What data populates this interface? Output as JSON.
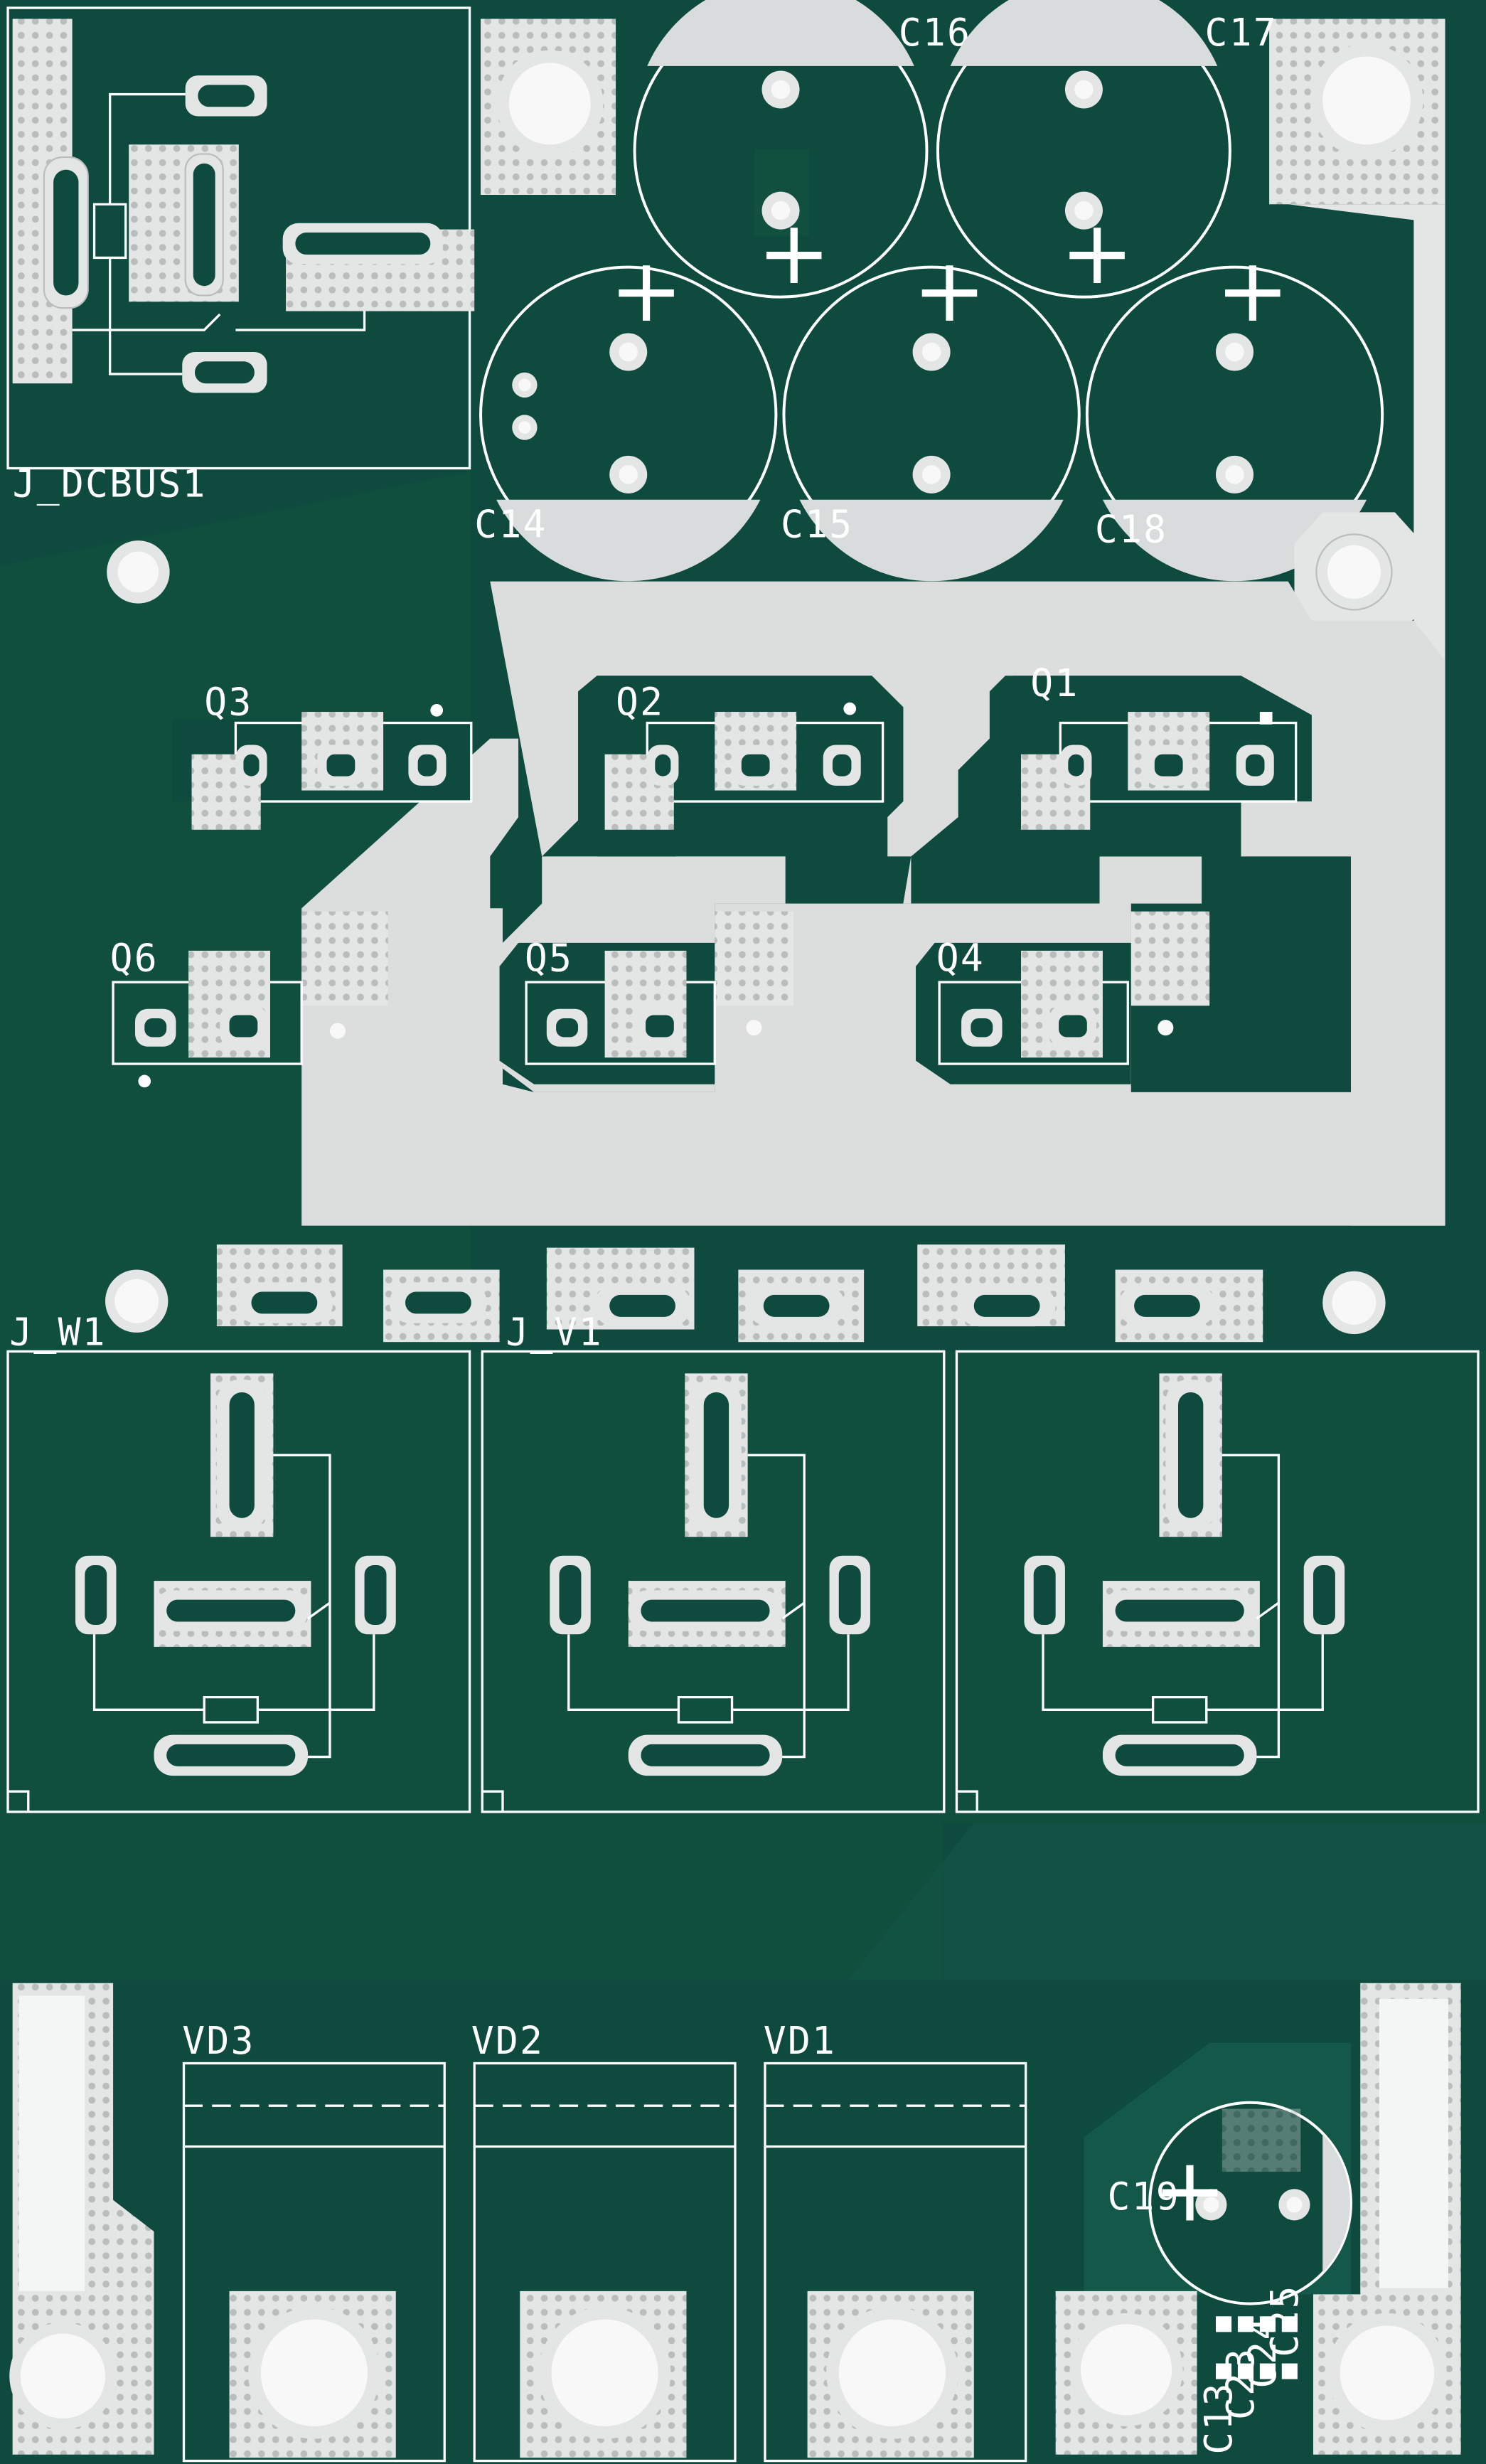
{
  "board": {
    "colors": {
      "soldermask": "#0f4a3e",
      "soldermask_light": "#14584a",
      "copper_exposed": "#e4e6e6",
      "silkscreen": "#ffffff",
      "drill": "#f8f8f8"
    }
  },
  "labels": {
    "j_dcbus": "J_DCBUS1",
    "j_w": "J_W1",
    "j_v": "J_V1",
    "c14": "C14",
    "c15": "C15",
    "c16": "C16",
    "c17": "C17",
    "c18": "C18",
    "c19": "C19",
    "q1": "Q1",
    "q2": "Q2",
    "q3": "Q3",
    "q4": "Q4",
    "q5": "Q5",
    "q6": "Q6",
    "vd1": "VD1",
    "vd2": "VD2",
    "vd3": "VD3",
    "c13": "C13",
    "c23": "C23",
    "c24": "C24",
    "c25": "C25",
    "plus": "+"
  }
}
